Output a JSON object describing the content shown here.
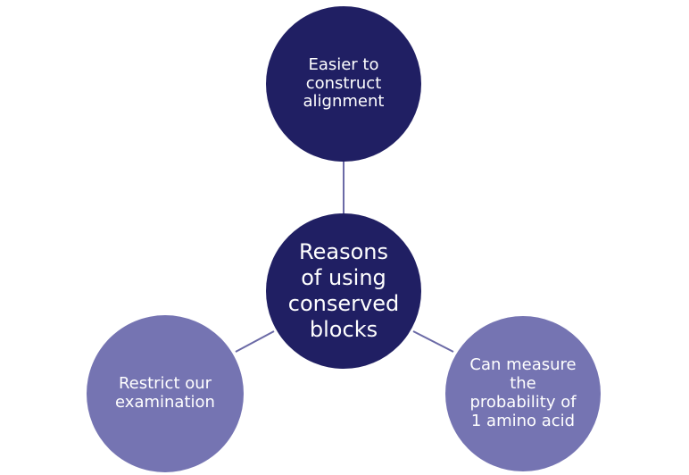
{
  "diagram": {
    "center": {
      "label": "Reasons\nof using\nconserved\nblocks"
    },
    "top": {
      "label": "Easier to\nconstruct\nalignment"
    },
    "left": {
      "label": "Restrict our\nexamination"
    },
    "right": {
      "label": "Can measure\nthe\nprobability of\n1 amino acid"
    }
  },
  "colors": {
    "dark_node": "#201f63",
    "light_node": "#7574b2",
    "connector": "#6b6aa6"
  }
}
